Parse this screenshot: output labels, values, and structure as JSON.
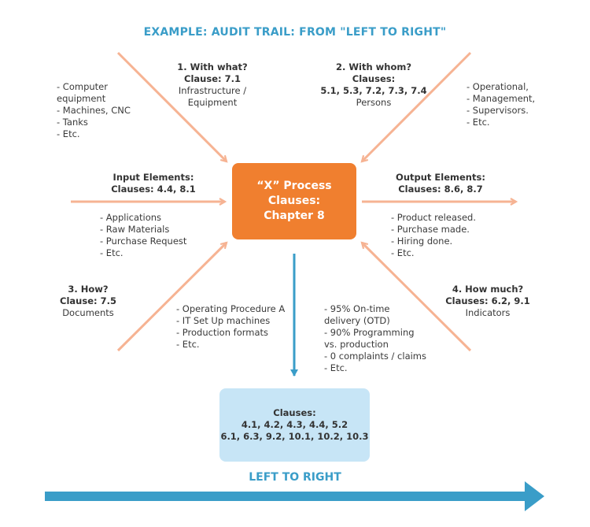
{
  "title": "EXAMPLE: AUDIT TRAIL: FROM \"LEFT TO RIGHT\"",
  "with_what": {
    "heading": "1. With what?",
    "clause": "Clause: 7.1",
    "desc": [
      "Infrastructure /",
      "Equipment"
    ]
  },
  "with_what_items": [
    "- Computer",
    "equipment",
    "- Machines, CNC",
    "- Tanks",
    "- Etc."
  ],
  "with_whom": {
    "heading": "2. With whom?",
    "clause": "Clauses:",
    "clause_nums": "5.1, 5.3, 7.2, 7.3, 7.4",
    "desc": "Persons"
  },
  "with_whom_items": [
    "- Operational,",
    "- Management,",
    "- Supervisors.",
    "- Etc."
  ],
  "input": {
    "heading": "Input Elements:",
    "clause": "Clauses: 4.4, 8.1"
  },
  "input_items": [
    "- Applications",
    "- Raw Materials",
    "- Purchase Request",
    "- Etc."
  ],
  "output": {
    "heading": "Output Elements:",
    "clause": "Clauses: 8.6, 8.7"
  },
  "output_items": [
    "- Product released.",
    "- Purchase made.",
    "- Hiring done.",
    "- Etc."
  ],
  "process": {
    "line1": "“X” Process",
    "line2": "Clauses:",
    "line3": "Chapter 8"
  },
  "how": {
    "heading": "3. How?",
    "clause": "Clause: 7.5",
    "desc": "Documents"
  },
  "how_items": [
    "- Operating Procedure A",
    "- IT Set Up machines",
    "- Production formats",
    "- Etc."
  ],
  "how_much": {
    "heading": "4. How much?",
    "clause": "Clauses: 6.2, 9.1",
    "desc": "Indicators"
  },
  "how_much_items": [
    "- 95% On-time",
    "delivery (OTD)",
    "- 90% Programming",
    "vs. production",
    "- 0 complaints / claims",
    "- Etc."
  ],
  "clauses_box": {
    "label": "Clauses:",
    "line1": "4.1, 4.2, 4.3, 4.4, 5.2",
    "line2": "6.1, 6.3, 9.2, 10.1, 10.2, 10.3"
  },
  "footer": "LEFT TO RIGHT",
  "colors": {
    "orange": "#f07f2f",
    "arrow_peach": "#f6b393",
    "blue": "#3a9dc8",
    "light_blue": "#c7e5f6"
  }
}
